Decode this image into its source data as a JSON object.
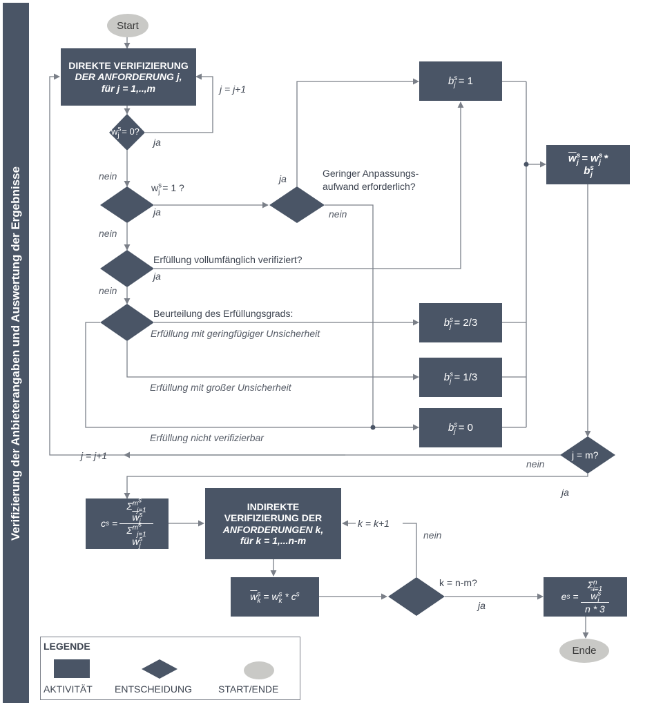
{
  "sidebar": {
    "title": "Verifizierung der Anbieterangaben und Auswertung der Ergebnisse"
  },
  "nodes": {
    "start": "Start",
    "end": "Ende",
    "direct_line1": "DIREKTE VERIFIZIERUNG",
    "direct_line2": "DER ANFORDERUNG j,",
    "direct_line3": "für j = 1,..,m",
    "indirect_line1": "INDIREKTE",
    "indirect_line2": "VERIFIZIERUNG DER",
    "indirect_line3": "ANFORDERUNGEN k,",
    "indirect_line4": "für k = 1,...n-m",
    "b_eq_1": "= 1",
    "b_eq_23": "= 2/3",
    "b_eq_13": "= 1/3",
    "b_eq_0": "= 0",
    "d_jm": "j = m?"
  },
  "labels": {
    "j_incr_top": "j = j+1",
    "j_incr_bottom": "j = j+1",
    "k_incr": "k = k+1",
    "ja": "ja",
    "nein": "nein",
    "w0_question": "= 0?",
    "w1_question": "= 1 ?",
    "geringer_line1": "Geringer Anpassungs-",
    "geringer_line2": "aufwand erforderlich?",
    "erfuellung_verifiziert": "Erfüllung vollumfänglich verifiziert?",
    "beurteilung": "Beurteilung des Erfüllungsgrads:",
    "geringfuegig": "Erfüllung mit geringfügiger Unsicherheit",
    "gross": "Erfüllung mit großer Unsicherheit",
    "nicht_verifizierbar": "Erfüllung nicht verifizierbar",
    "k_question": "k = n-m?"
  },
  "legend": {
    "title": "LEGENDE",
    "activity": "AKTIVITÄT",
    "decision": "ENTSCHEIDUNG",
    "startend": "START/ENDE"
  },
  "colors": {
    "node": "#4a5566",
    "oval": "#c9c9c6",
    "line": "#7a7f88",
    "text": "#3d4450"
  }
}
